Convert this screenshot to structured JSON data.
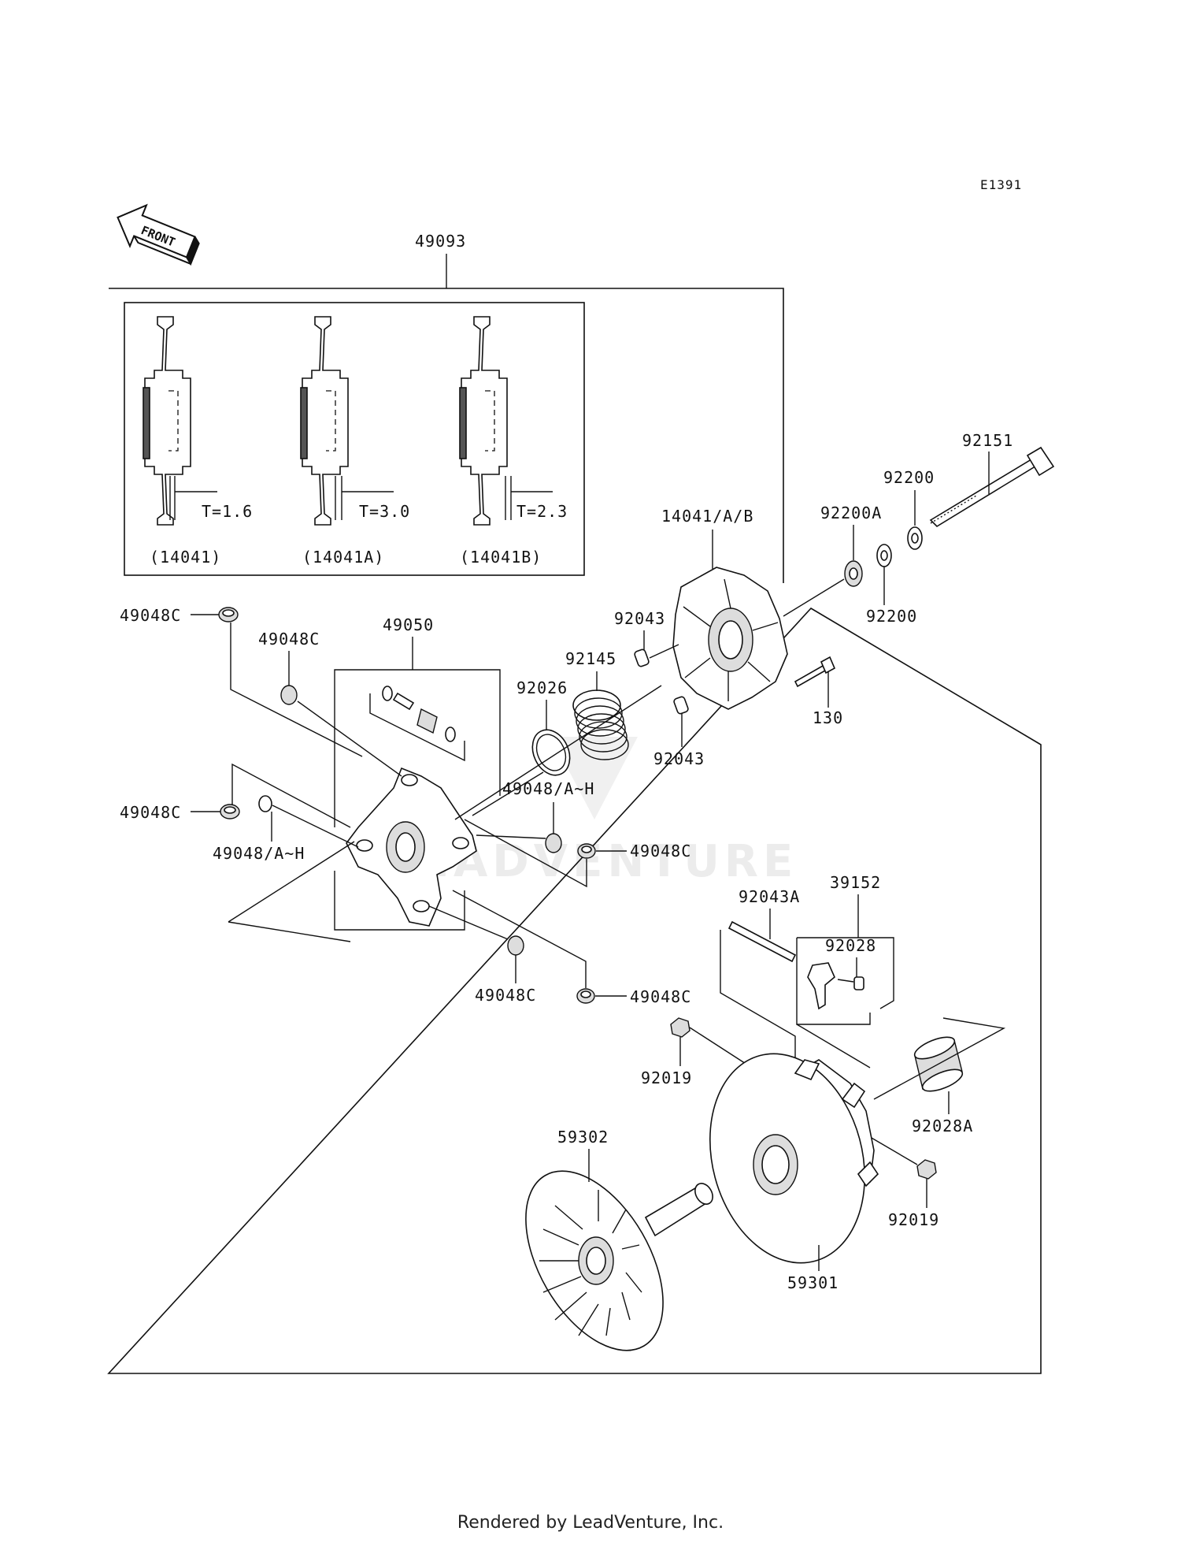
{
  "diagram_code": "E1391",
  "front_label": "FRONT",
  "watermark": "LEADVENTURE",
  "footer": "Rendered by LeadVenture, Inc.",
  "colors": {
    "line": "#111111",
    "background": "#ffffff",
    "watermark": "#ececec"
  },
  "inset": {
    "variants": [
      {
        "code": "(14041)",
        "thickness": "T=1.6"
      },
      {
        "code": "(14041A)",
        "thickness": "T=3.0"
      },
      {
        "code": "(14041B)",
        "thickness": "T=2.3"
      }
    ]
  },
  "labels": {
    "assembly": "49093",
    "cover": "14041/A/B",
    "bolt_long": "92151",
    "washer_a": "92200",
    "washer_b": "92200",
    "washer_c": "92200A",
    "pin_top": "92043",
    "pin_bottom": "92043",
    "spring": "92145",
    "ring": "92026",
    "bolt_130": "130",
    "spider": "49050",
    "w_top_left": "49048C",
    "w_top_inner": "49048C",
    "w_mid_left": "49048C",
    "w_mid_inner": "49048/A~H",
    "w_mid_center": "49048/A~H",
    "w_mid_right": "49048C",
    "w_low_center": "49048C",
    "w_low_right": "49048C",
    "pin_axle": "92043A",
    "weight_assy": "39152",
    "weight_pin": "92028",
    "nut_upper": "92019",
    "nut_lower": "92019",
    "bushing": "92028A",
    "fixed_sheave": "59302",
    "movable_sheave": "59301"
  }
}
